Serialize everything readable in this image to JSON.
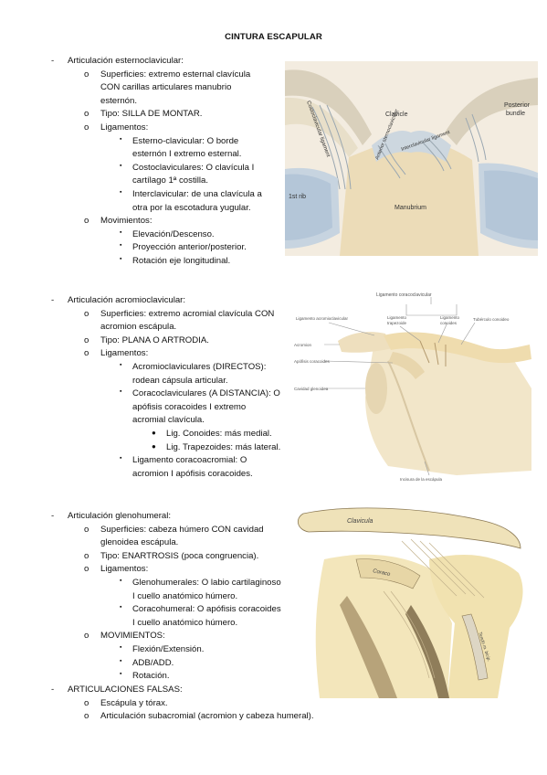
{
  "title": "CINTURA ESCAPULAR",
  "sections": [
    {
      "heading": "Articulación esternoclavicular:",
      "items": [
        {
          "lines": [
            "Superficies: extremo esternal clavícula",
            "CON carillas articulares manubrio",
            "esternón."
          ]
        },
        {
          "lines": [
            "Tipo: SILLA DE MONTAR."
          ]
        },
        {
          "lines": [
            "Ligamentos:"
          ],
          "sub": [
            {
              "lines": [
                "Esterno-clavicular: O borde",
                "esternón I extremo esternal."
              ]
            },
            {
              "lines": [
                "Costoclaviculares: O clavícula I",
                "cartílago 1ª costilla."
              ]
            },
            {
              "lines": [
                "Interclavicular: de una clavícula a",
                "otra por la escotadura yugular."
              ]
            }
          ]
        },
        {
          "lines": [
            "Movimientos:"
          ],
          "sub": [
            {
              "lines": [
                "Elevación/Descenso."
              ]
            },
            {
              "lines": [
                "Proyección anterior/posterior."
              ]
            },
            {
              "lines": [
                "Rotación eje longitudinal."
              ]
            }
          ]
        }
      ]
    },
    {
      "heading": "Articulación acromioclavicular:",
      "items": [
        {
          "lines": [
            "Superficies: extremo acromial clavícula CON",
            "acromion escápula."
          ]
        },
        {
          "lines": [
            "Tipo: PLANA O ARTRODIA."
          ]
        },
        {
          "lines": [
            "Ligamentos:"
          ],
          "sub": [
            {
              "lines": [
                "Acromioclaviculares (DIRECTOS):",
                "rodean cápsula articular."
              ]
            },
            {
              "lines": [
                "Coracoclaviculares (A DISTANCIA): O",
                "apófisis coracoides I extremo",
                "acromial clavícula."
              ],
              "sub": [
                {
                  "lines": [
                    "Lig. Conoides: más medial."
                  ]
                },
                {
                  "lines": [
                    "Lig. Trapezoides: más lateral."
                  ]
                }
              ]
            },
            {
              "lines": [
                "Ligamento coracoacromial: O",
                "acromion I apófisis coracoides."
              ]
            }
          ]
        }
      ]
    },
    {
      "heading": "Articulación glenohumeral:",
      "items": [
        {
          "lines": [
            "Superficies: cabeza húmero CON cavidad",
            "glenoidea escápula."
          ]
        },
        {
          "lines": [
            "Tipo: ENARTROSIS (poca congruencia)."
          ]
        },
        {
          "lines": [
            "Ligamentos:"
          ],
          "sub": [
            {
              "lines": [
                "Glenohumerales: O labio cartilaginoso",
                "I cuello anatómico húmero."
              ]
            },
            {
              "lines": [
                "Coracohumeral: O apófisis coracoides",
                "I cuello anatómico húmero."
              ]
            }
          ]
        },
        {
          "lines": [
            "MOVIMIENTOS:"
          ],
          "sub": [
            {
              "lines": [
                "Flexión/Extensión."
              ]
            },
            {
              "lines": [
                "ADB/ADD."
              ]
            },
            {
              "lines": [
                "Rotación."
              ]
            }
          ]
        }
      ]
    },
    {
      "heading": "ARTICULACIONES FALSAS:",
      "items": [
        {
          "lines": [
            "Escápula y tórax."
          ]
        },
        {
          "lines": [
            "Articulación subacromial (acromion y cabeza humeral)."
          ]
        }
      ]
    }
  ],
  "figures": {
    "sternoclavicular": {
      "labels": {
        "clavicle": "Clavicle",
        "posterior_bundle_1": "Posterior",
        "posterior_bundle_2": "bundle",
        "costoclavicular": "Costoclavicular ligament",
        "interclavicular": "Interclavicular ligament",
        "anterior_sternoclavicular": "Anterior sternoclavicular",
        "first_rib": "1st rib",
        "manubrium": "Manubrium"
      }
    },
    "acromioclavicular": {
      "labels": {
        "coracoclavicular": "Ligamento coracoclavicular",
        "acromioclavicular_lig": "Ligamento acromioclavicular",
        "trapezoid_1": "Ligamento",
        "trapezoid_2": "trapezoide",
        "conoid_1": "Ligamento",
        "conoid_2": "conoides",
        "tuberculo": "Tubérculo conoideo",
        "acromion": "Acromion",
        "coracoid": "Apófisis coracoides",
        "glenoid": "Cavidad glenoidea",
        "notch": "Incisura de la escápula"
      }
    },
    "glenohumeral": {
      "labels": {
        "clavicula": "Clavicula",
        "coraco": "Coraco",
        "tendo": "Tendo m. bicip."
      }
    }
  },
  "colors": {
    "bone": "#efe3c4",
    "bone_dark": "#c9b48e",
    "ligament": "#d7dde3",
    "cartilage": "#aec2d6"
  }
}
